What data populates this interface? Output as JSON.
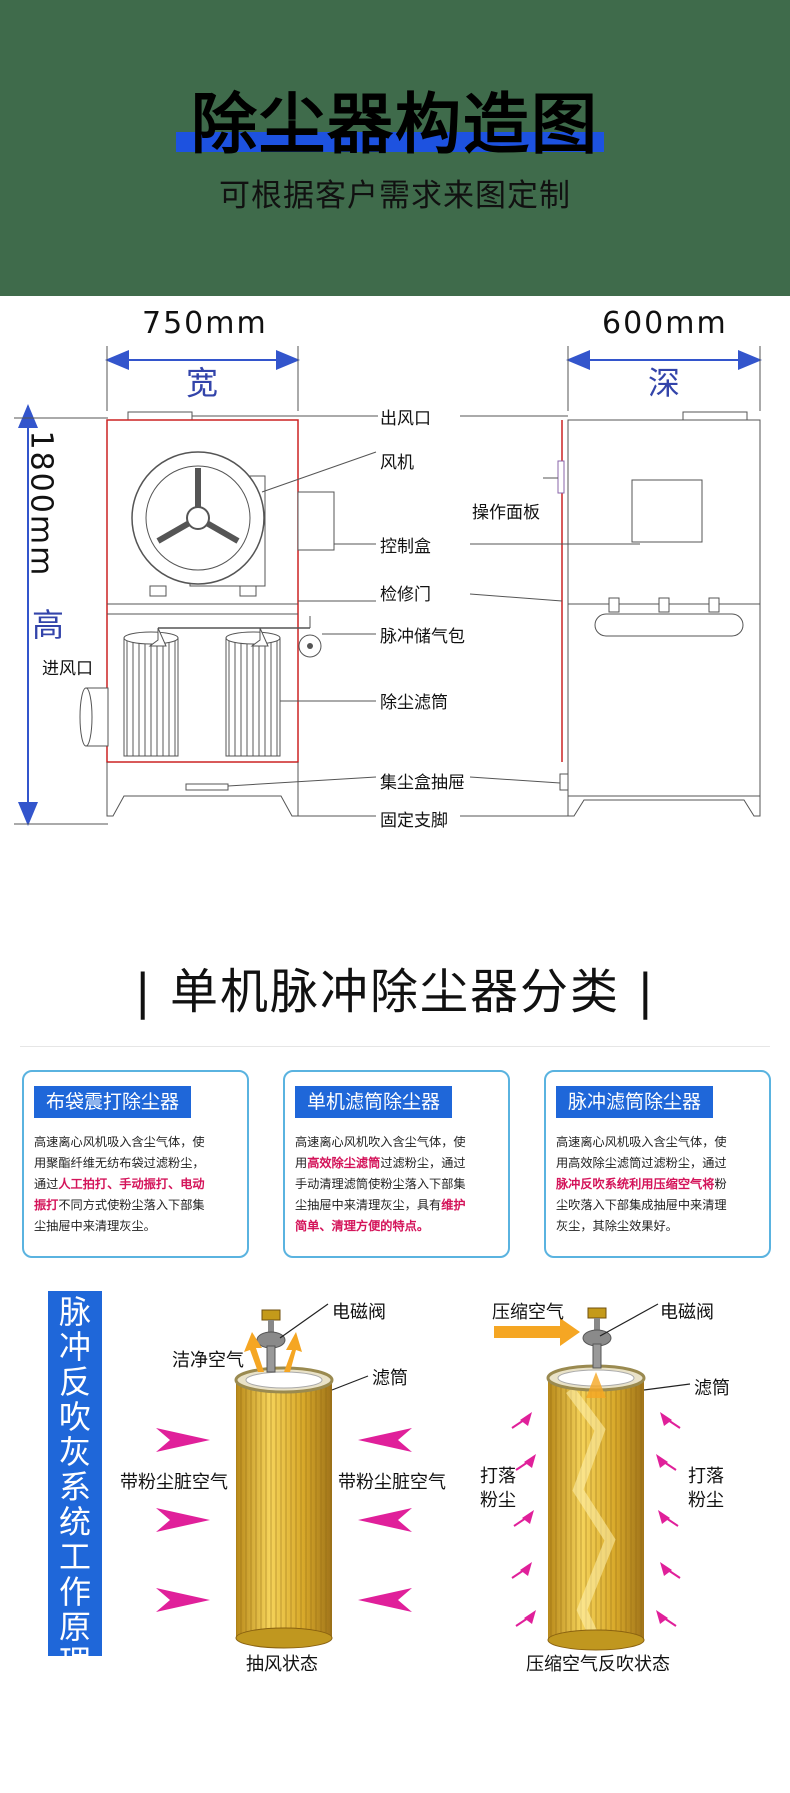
{
  "header": {
    "title": "除尘器构造图",
    "subtitle": "可根据客户需求来图定制"
  },
  "dimensions": {
    "width": "750mm",
    "width_char": "宽",
    "depth": "600mm",
    "depth_char": "深",
    "height": "1800mm",
    "height_char": "高"
  },
  "diagram_labels": {
    "outlet": "出风口",
    "fan": "风机",
    "operation_panel": "操作面板",
    "control_box": "控制盒",
    "service_door": "检修门",
    "pulse_tank": "脉冲储气包",
    "inlet": "进风口",
    "filter": "除尘滤筒",
    "drawer": "集尘盒抽屉",
    "legs": "固定支脚"
  },
  "section2": {
    "title": "| 单机脉冲除尘器分类 |"
  },
  "cards": [
    {
      "title": "布袋震打除尘器",
      "lines": [
        {
          "t": "高速离心风机吸入含尘气体，使"
        },
        {
          "t": "用聚酯纤维无纺布袋过滤粉尘，"
        },
        {
          "t": "通过",
          "h": "人工拍打、手动振打、电动"
        },
        {
          "h": "振打",
          "t2": "不同方式使粉尘落入下部集"
        },
        {
          "t": "尘抽屉中来清理灰尘。"
        }
      ]
    },
    {
      "title": "单机滤筒除尘器",
      "lines": [
        {
          "t": "高速离心风机吹入含尘气体，使"
        },
        {
          "t": "用",
          "h": "高效除尘滤筒",
          "t2": "过滤粉尘，通过"
        },
        {
          "t": "手动清理滤筒使粉尘落入下部集"
        },
        {
          "t": "尘抽屉中来清理灰尘，具有",
          "h": "维护"
        },
        {
          "h": "简单、清理方便的特点。"
        }
      ]
    },
    {
      "title": "脉冲滤筒除尘器",
      "lines": [
        {
          "t": "高速离心风机吸入含尘气体，使"
        },
        {
          "t": "用高效除尘滤筒过滤粉尘，通过"
        },
        {
          "h": "脉冲反吹系统利用压缩空气将",
          "t2": "粉"
        },
        {
          "t": "尘吹落入下部集成抽屉中来清理"
        },
        {
          "t": "灰尘，其除尘效果好。"
        }
      ]
    }
  ],
  "principle": {
    "vertical_title": [
      "脉",
      "冲",
      "反",
      "吹",
      "灰",
      "系",
      "统",
      "工",
      "作",
      "原",
      "理"
    ],
    "left": {
      "valve": "电磁阀",
      "clean_air": "洁净空气",
      "filter": "滤筒",
      "dirty_air_left": "带粉尘脏空气",
      "dirty_air_right": "带粉尘脏空气",
      "state": "抽风状态"
    },
    "right": {
      "compressed_air": "压缩空气",
      "valve": "电磁阀",
      "filter": "滤筒",
      "dust_left_1": "打落",
      "dust_left_2": "粉尘",
      "dust_right_1": "打落",
      "dust_right_2": "粉尘",
      "state": "压缩空气反吹状态"
    }
  },
  "colors": {
    "header_bg": "#3f6b4b",
    "title_bar": "#1d52e0",
    "card_border": "#5ab3e0",
    "card_title_bg": "#1f67d9",
    "highlight": "#d4145a",
    "arrow_magenta": "#e0209a",
    "arrow_orange": "#f5a623",
    "filter_gold": "#d8b12a"
  }
}
